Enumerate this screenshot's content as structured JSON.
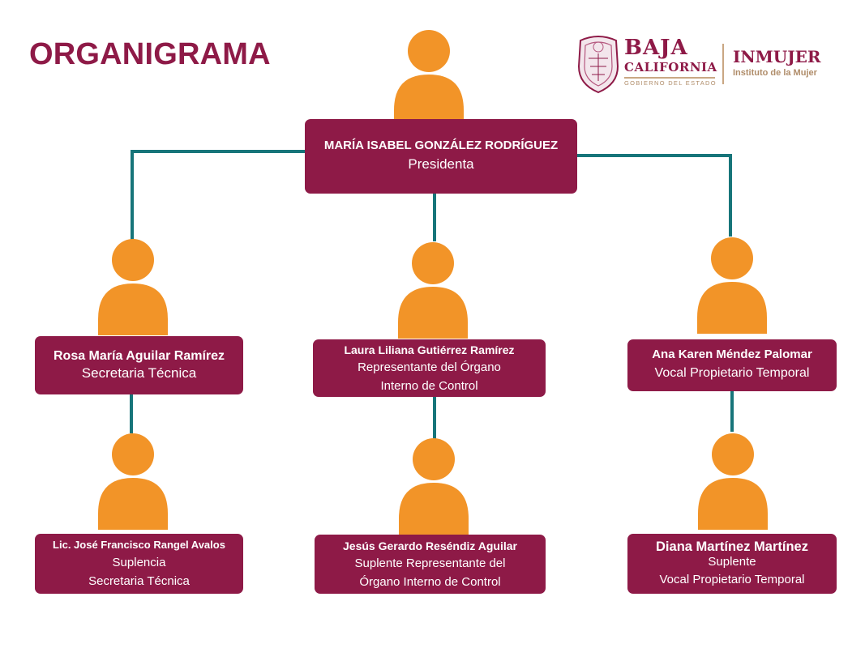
{
  "title": "ORGANIGRAMA",
  "colors": {
    "box": "#8e1a47",
    "person": "#f29428",
    "connector": "#17757a",
    "title": "#8e1a47"
  },
  "logo": {
    "state_line1": "BAJA",
    "state_line2": "CALIFORNIA",
    "state_line3": "GOBIERNO DEL ESTADO",
    "institute": "INMUJER",
    "institute_subtitle": "Instituto de la Mujer"
  },
  "nodes": {
    "president": {
      "name": "MARÍA ISABEL GONZÁLEZ RODRÍGUEZ",
      "role": "Presidenta"
    },
    "secretary": {
      "name": "Rosa María Aguilar Ramírez",
      "role": "Secretaria Técnica"
    },
    "internal_control": {
      "name": "Laura Liliana Gutiérrez Ramírez",
      "role_line1": "Representante del Órgano",
      "role_line2": "Interno de Control"
    },
    "vocal": {
      "name": "Ana Karen Méndez Palomar",
      "role": "Vocal Propietario Temporal"
    },
    "secretary_substitute": {
      "name": "Lic. José Francisco Rangel Avalos",
      "role_line1": "Suplencia",
      "role_line2": "Secretaria Técnica"
    },
    "internal_control_substitute": {
      "name": "Jesús Gerardo Reséndiz Aguilar",
      "role_line1": "Suplente Representante del",
      "role_line2": "Órgano Interno de Control"
    },
    "vocal_substitute": {
      "name": "Diana Martínez Martínez",
      "role_line1": "Suplente",
      "role_line2": "Vocal  Propietario Temporal"
    }
  }
}
